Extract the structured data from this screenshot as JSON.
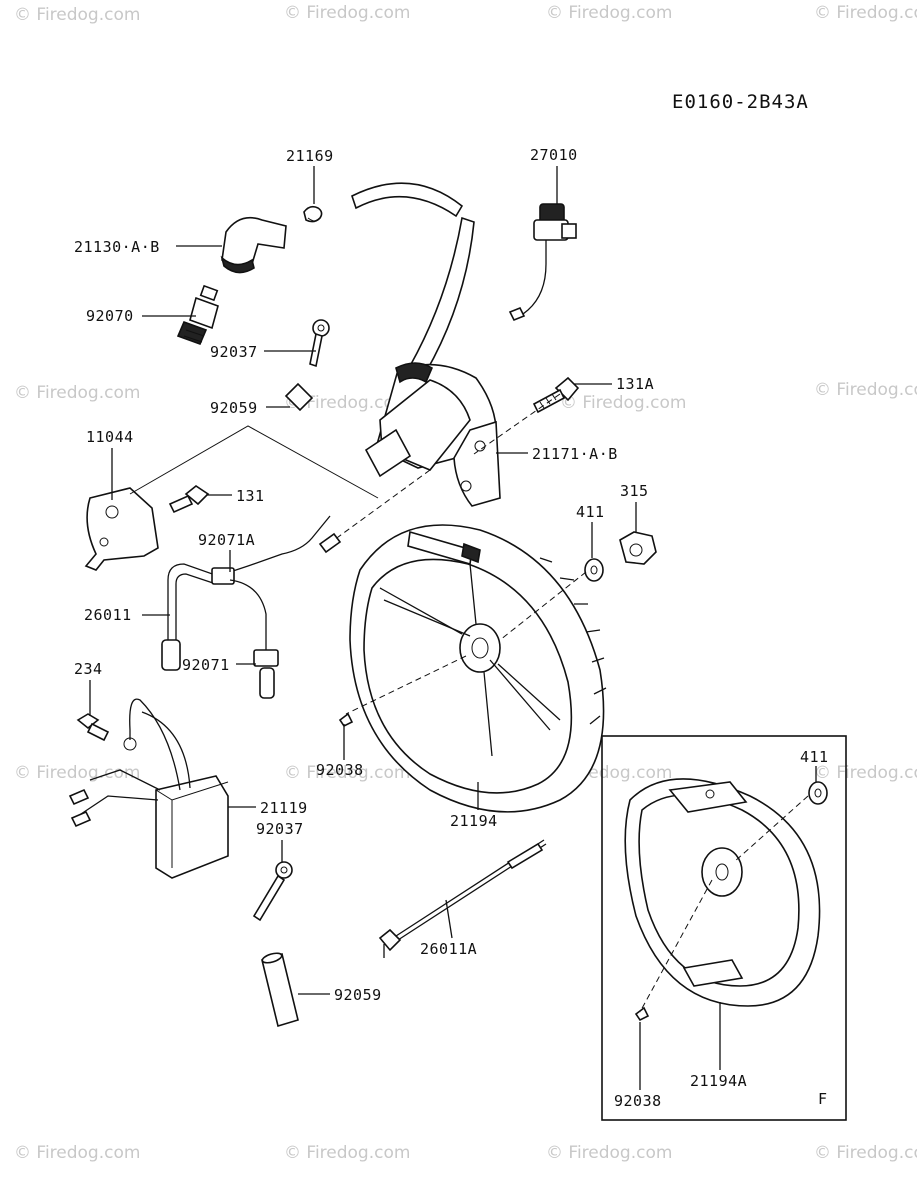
{
  "diagram_code": "E0160-2B43A",
  "watermark_text": "© Firedog.com",
  "inset_letter": "F",
  "labels": {
    "l21169": "21169",
    "l27010": "27010",
    "l21130": "21130·A·B",
    "l92070": "92070",
    "l92037a": "92037",
    "l92059a": "92059",
    "l131A": "131A",
    "l11044": "11044",
    "l21171": "21171·A·B",
    "l131": "131",
    "l315": "315",
    "l411a": "411",
    "l92071A": "92071A",
    "l26011": "26011",
    "l92071": "92071",
    "l234": "234",
    "l92038a": "92038",
    "l21194": "21194",
    "l21119": "21119",
    "l92037b": "92037",
    "l411b": "411",
    "l26011A": "26011A",
    "l92059b": "92059",
    "l21194A": "21194A",
    "l92038b": "92038"
  }
}
